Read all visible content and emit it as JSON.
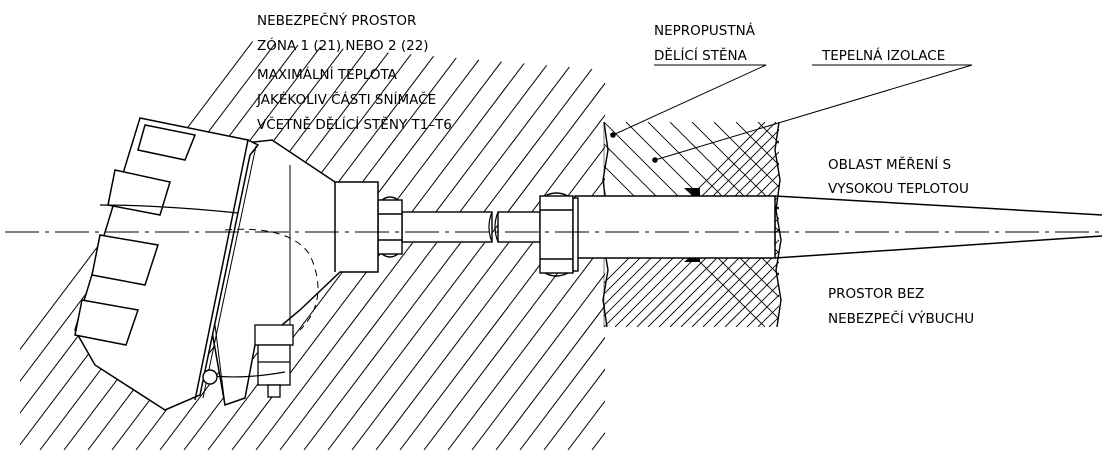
{
  "hazard_label": {
    "line1": "NEBEZPEČNÝ PROSTOR",
    "line2": "ZÓNA 1 (21) NEBO 2 (22)",
    "line3": "MAXIMÁLNÍ TEPLOTA",
    "line4": "JAKÉKOLIV ČÁSTI SNÍMAČE",
    "line5": "VČETNĚ DĚLÍCÍ STĚNY T1–T6"
  },
  "wall_label": {
    "line1": "NEPROPUSTNÁ",
    "line2": "DĚLÍCÍ STĚNA"
  },
  "insulation_label": "TEPELNÁ IZOLACE",
  "measurement_label": {
    "line1": "OBLAST MĚŘENÍ S",
    "line2": "VYSOKOU TEPLOTOU"
  },
  "safe_label": {
    "line1": "PROSTOR BEZ",
    "line2": "NEBEZPEČÍ VÝBUCHU"
  }
}
